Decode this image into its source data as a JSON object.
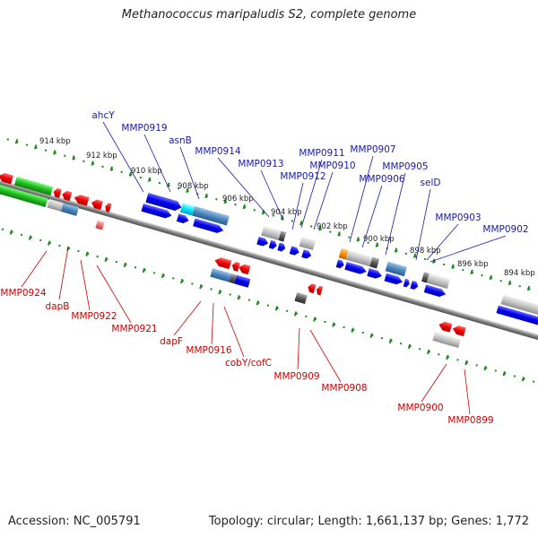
{
  "title": "Methanococcus maripaludis S2, complete genome",
  "footer": {
    "accession": "Accession: NC_005791",
    "summary": "Topology: circular; Length: 1,661,137 bp; Genes: 1,772"
  },
  "colors": {
    "forward_label": "#1a1aa8",
    "reverse_label": "#cc0000",
    "ruler": "#1a8a1a",
    "backbone": "#7a7a7a"
  },
  "kbp_ticks": [
    "914 kbp",
    "912 kbp",
    "910 kbp",
    "908 kbp",
    "906 kbp",
    "904 kbp",
    "902 kbp",
    "900 kbp",
    "898 kbp",
    "896 kbp",
    "894 kbp"
  ],
  "forward_genes": [
    "ahcY",
    "MMP0919",
    "asnB",
    "MMP0914",
    "MMP0913",
    "MMP0912",
    "MMP0911",
    "MMP0910",
    "MMP0907",
    "MMP0906",
    "MMP0905",
    "selD",
    "MMP0903",
    "MMP0902"
  ],
  "reverse_genes": [
    "MMP0924",
    "dapB",
    "MMP0922",
    "MMP0921",
    "dapF",
    "MMP0916",
    "cobY/cofC",
    "MMP0909",
    "MMP0908",
    "MMP0900",
    "MMP0899"
  ]
}
